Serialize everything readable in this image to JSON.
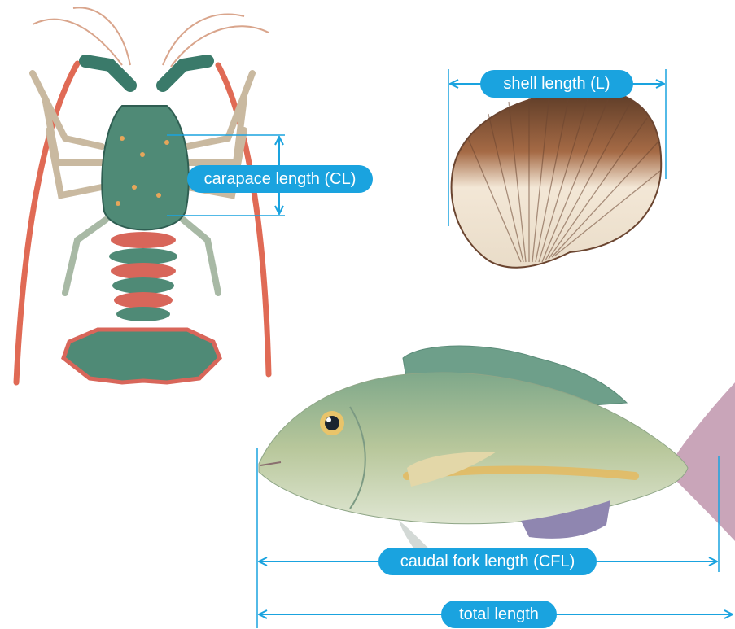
{
  "colors": {
    "accent": "#1aa3df",
    "white": "#ffffff"
  },
  "labels": {
    "carapace": "carapace length (CL)",
    "shell": "shell length (L)",
    "caudal_fork": "caudal fork length (CFL)",
    "total": "total length"
  },
  "illustrations": [
    "rock-lobster",
    "cockle-shell",
    "fish"
  ]
}
